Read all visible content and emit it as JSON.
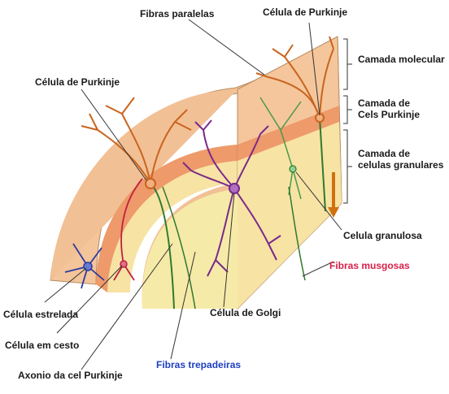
{
  "labels": {
    "fibras_paralelas": "Fibras paralelas",
    "purkinje_top": "Célula de Purkinje",
    "purkinje_left": "Célula de Purkinje",
    "camada_molecular": "Camada molecular",
    "camada_purkinje": "Camada de\nCels Purkinje",
    "camada_granular": "Camada de\ncelulas granulares",
    "celula_granulosa": "Celula granulosa",
    "fibras_musgosas": "Fibras musgosas",
    "celula_golgi": "Célula de Golgi",
    "celula_estrelada": "Célula estrelada",
    "celula_cesto": "Célula em cesto",
    "axonio": "Axonio da cel Purkinje",
    "fibras_trepadeiras": "Fibras trepadeiras"
  },
  "colors": {
    "red_label": "#d81f4a",
    "blue_label": "#1e3fc0",
    "molecular": "#f4c49a",
    "purkinje_layer": "#ee9a6a",
    "granular": "#f7e3a4",
    "white_matter": "#f6eaa8",
    "purkinje_cell": "#c9641e",
    "golgi_cell": "#7a2a8a",
    "stellate_cell": "#2a3ca0",
    "fiber_green": "#2f7a2f"
  }
}
